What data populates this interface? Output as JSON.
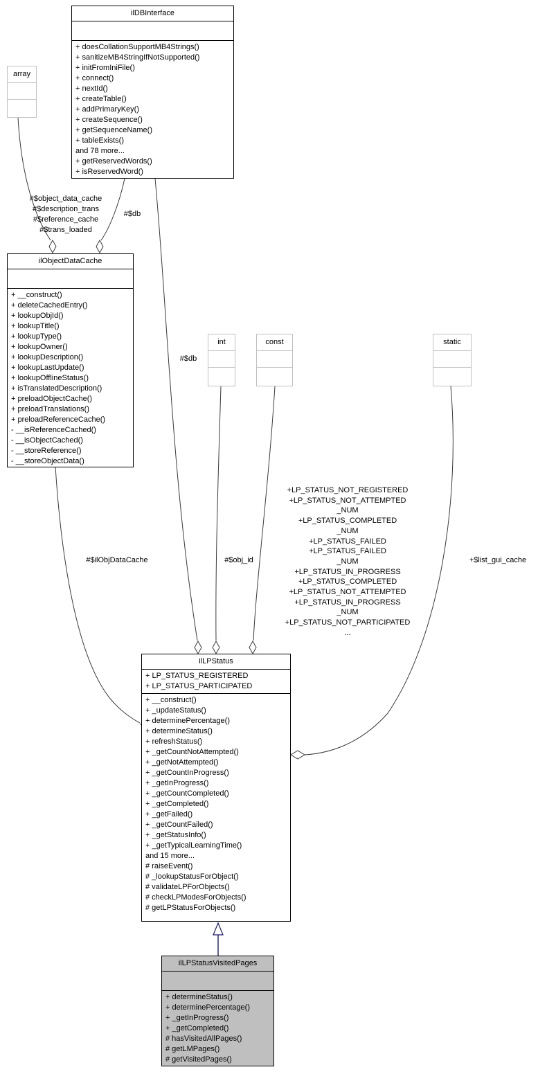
{
  "colors": {
    "edge": "#3a3a3a",
    "inheritance_edge": "#191970",
    "primitive_border": "#c0c0c0",
    "class_border": "#000000",
    "highlight_fill": "#bfbfbf",
    "background": "#ffffff"
  },
  "classes": {
    "ilDBInterface": {
      "title": "ilDBInterface",
      "attributes": [],
      "methods": [
        "+ doesCollationSupportMB4Strings()",
        "+ sanitizeMB4StringIfNotSupported()",
        "+ initFromIniFile()",
        "+ connect()",
        "+ nextId()",
        "+ createTable()",
        "+ addPrimaryKey()",
        "+ createSequence()",
        "+ getSequenceName()",
        "+ tableExists()",
        "and 78 more...",
        "+ getReservedWords()",
        "+ isReservedWord()"
      ]
    },
    "array": {
      "title": "array"
    },
    "ilObjectDataCache": {
      "title": "ilObjectDataCache",
      "attributes": [],
      "methods": [
        "+ __construct()",
        "+ deleteCachedEntry()",
        "+ lookupObjId()",
        "+ lookupTitle()",
        "+ lookupType()",
        "+ lookupOwner()",
        "+ lookupDescription()",
        "+ lookupLastUpdate()",
        "+ lookupOfflineStatus()",
        "+ isTranslatedDescription()",
        "+ preloadObjectCache()",
        "+ preloadTranslations()",
        "+ preloadReferenceCache()",
        "- __isReferenceCached()",
        "- __isObjectCached()",
        "- __storeReference()",
        "- __storeObjectData()"
      ]
    },
    "int": {
      "title": "int"
    },
    "const": {
      "title": "const"
    },
    "static": {
      "title": "static"
    },
    "ilLPStatus": {
      "title": "ilLPStatus",
      "attributes": [
        "+ LP_STATUS_REGISTERED",
        "+ LP_STATUS_PARTICIPATED"
      ],
      "methods": [
        "+ __construct()",
        "+ _updateStatus()",
        "+ determinePercentage()",
        "+ determineStatus()",
        "+ refreshStatus()",
        "+ _getCountNotAttempted()",
        "+ _getNotAttempted()",
        "+ _getCountInProgress()",
        "+ _getInProgress()",
        "+ _getCountCompleted()",
        "+ _getCompleted()",
        "+ _getFailed()",
        "+ _getCountFailed()",
        "+ _getStatusInfo()",
        "+ _getTypicalLearningTime()",
        "and 15 more...",
        "# raiseEvent()",
        "# _lookupStatusForObject()",
        "# validateLPForObjects()",
        "# checkLPModesForObjects()",
        "# getLPStatusForObjects()"
      ]
    },
    "ilLPStatusVisitedPages": {
      "title": "ilLPStatusVisitedPages",
      "attributes": [],
      "methods": [
        "+ determineStatus()",
        "+ determinePercentage()",
        "+ _getInProgress()",
        "+ _getCompleted()",
        "# hasVisitedAllPages()",
        "# getLMPages()",
        "# getVisitedPages()"
      ]
    }
  },
  "edges": {
    "array_to_objectdatacache": {
      "type": "aggregation",
      "label": "#$object_data_cache\n#$description_trans\n#$reference_cache\n#$trans_loaded"
    },
    "db_to_objectdatacache": {
      "type": "aggregation",
      "label": "#$db"
    },
    "db_to_lpstatus": {
      "type": "aggregation",
      "label": "#$db"
    },
    "objectdatacache_to_lpstatus": {
      "type": "aggregation",
      "label": "#$ilObjDataCache"
    },
    "int_to_lpstatus": {
      "type": "aggregation",
      "label": "#$obj_id"
    },
    "const_to_lpstatus": {
      "type": "aggregation",
      "label": "+LP_STATUS_NOT_REGISTERED\n+LP_STATUS_NOT_ATTEMPTED\n_NUM\n+LP_STATUS_COMPLETED\n_NUM\n+LP_STATUS_FAILED\n+LP_STATUS_FAILED\n_NUM\n+LP_STATUS_IN_PROGRESS\n+LP_STATUS_COMPLETED\n+LP_STATUS_NOT_ATTEMPTED\n+LP_STATUS_IN_PROGRESS\n_NUM\n+LP_STATUS_NOT_PARTICIPATED\n..."
    },
    "static_to_lpstatus": {
      "type": "aggregation",
      "label": "+$list_gui_cache"
    },
    "visitedpages_to_lpstatus": {
      "type": "inheritance",
      "label": ""
    }
  }
}
